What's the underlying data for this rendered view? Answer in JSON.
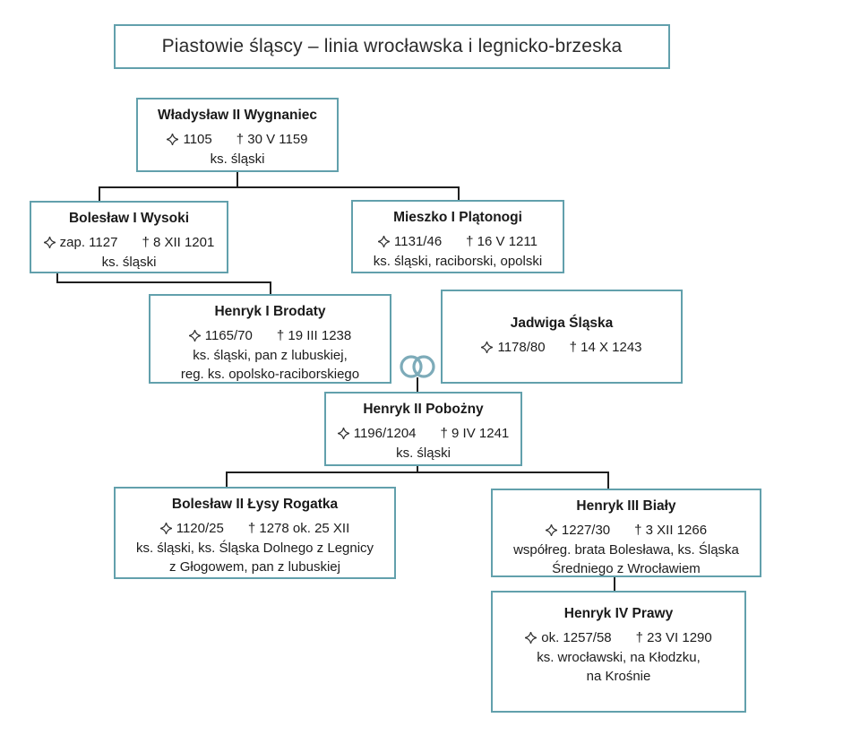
{
  "title": "Piastowie śląscy – linia wrocławska i legnicko-brzeska",
  "symbols": {
    "birth_icon": "four-pointed-star",
    "birth_glyph": "✧",
    "death_glyph": "†",
    "marriage_icon": "interlocked-rings"
  },
  "colors": {
    "box_border": "#62a0ac",
    "connector_line": "#1f1f1f",
    "text": "#1c1c1c",
    "rings": "#7dabb9"
  },
  "persons": {
    "wladyslaw2": {
      "name": "Władysław II Wygnaniec",
      "birth": "1105",
      "death": "† 30 V 1159",
      "titles": [
        "ks. śląski"
      ]
    },
    "boleslaw1": {
      "name": "Bolesław I Wysoki",
      "birth": "zap. 1127",
      "death": "† 8 XII 1201",
      "titles": [
        "ks. śląski"
      ]
    },
    "mieszko1": {
      "name": "Mieszko I Plątonogi",
      "birth": "1131/46",
      "death": "† 16 V 1211",
      "titles": [
        "ks. śląski, raciborski, opolski"
      ]
    },
    "henryk1": {
      "name": "Henryk I Brodaty",
      "birth": "1165/70",
      "death": "† 19 III 1238",
      "titles": [
        "ks. śląski, pan z lubuskiej,",
        "reg. ks. opolsko-raciborskiego"
      ]
    },
    "jadwiga": {
      "name": "Jadwiga Śląska",
      "birth": "1178/80",
      "death": "† 14 X 1243",
      "titles": []
    },
    "henryk2": {
      "name": "Henryk II Pobożny",
      "birth": "1196/1204",
      "death": "† 9 IV 1241",
      "titles": [
        "ks. śląski"
      ]
    },
    "boleslaw2": {
      "name": "Bolesław II Łysy Rogatka",
      "birth": "1120/25",
      "death": "† 1278 ok. 25 XII",
      "titles": [
        "ks. śląski, ks. Śląska Dolnego z Legnicy",
        "z Głogowem, pan z lubuskiej"
      ]
    },
    "henryk3": {
      "name": "Henryk III Biały",
      "birth": "1227/30",
      "death": "† 3 XII 1266",
      "titles": [
        "współreg. brata Bolesława, ks. Śląska",
        "Średniego z Wrocławiem"
      ]
    },
    "henryk4": {
      "name": "Henryk IV Prawy",
      "birth": "ok. 1257/58",
      "death": "† 23 VI 1290",
      "titles": [
        "ks. wrocławski, na Kłodzku,",
        "na Krośnie"
      ]
    }
  }
}
